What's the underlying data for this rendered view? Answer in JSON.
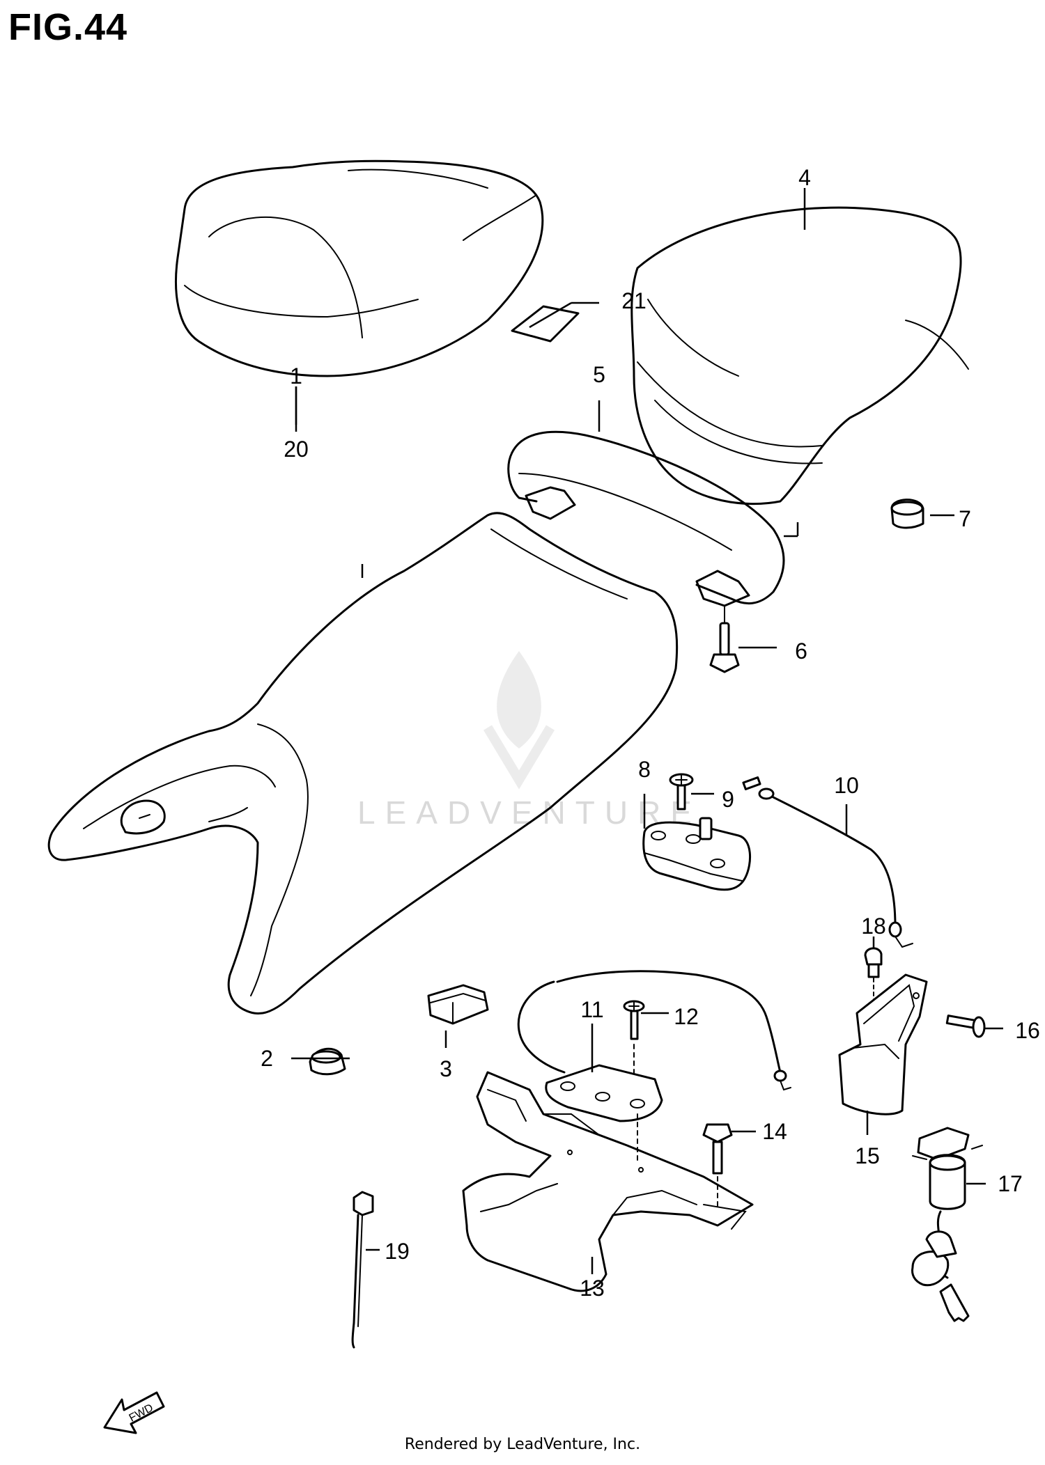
{
  "figure": {
    "title": "FIG.44",
    "footer": "Rendered by LeadVenture, Inc.",
    "watermark": "LEADVENTURE",
    "fwd_label": "FWD"
  },
  "callouts": [
    {
      "id": "1",
      "label": "1"
    },
    {
      "id": "2",
      "label": "2"
    },
    {
      "id": "3",
      "label": "3"
    },
    {
      "id": "4",
      "label": "4"
    },
    {
      "id": "5",
      "label": "5"
    },
    {
      "id": "6",
      "label": "6"
    },
    {
      "id": "7",
      "label": "7"
    },
    {
      "id": "8",
      "label": "8"
    },
    {
      "id": "9",
      "label": "9"
    },
    {
      "id": "10",
      "label": "10"
    },
    {
      "id": "11",
      "label": "11"
    },
    {
      "id": "12",
      "label": "12"
    },
    {
      "id": "13",
      "label": "13"
    },
    {
      "id": "14",
      "label": "14"
    },
    {
      "id": "15",
      "label": "15"
    },
    {
      "id": "16",
      "label": "16"
    },
    {
      "id": "17",
      "label": "17"
    },
    {
      "id": "18",
      "label": "18"
    },
    {
      "id": "19",
      "label": "19"
    },
    {
      "id": "20",
      "label": "20"
    },
    {
      "id": "21",
      "label": "21"
    }
  ]
}
